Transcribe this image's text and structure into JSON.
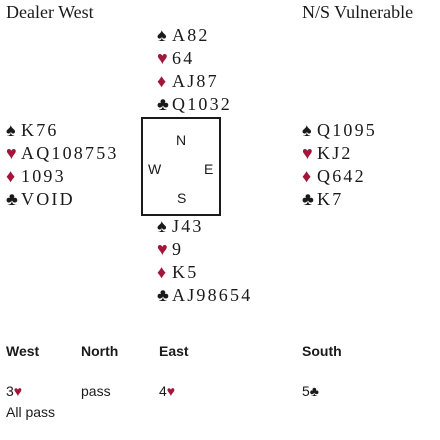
{
  "header": {
    "dealer": "Dealer West",
    "vulnerability": "N/S Vulnerable"
  },
  "hands": {
    "north": {
      "spades": "A82",
      "hearts": "64",
      "diamonds": "AJ87",
      "clubs": "Q1032"
    },
    "west": {
      "spades": "K76",
      "hearts": "AQ108753",
      "diamonds": "1093",
      "clubs": "VOID"
    },
    "east": {
      "spades": "Q1095",
      "hearts": "KJ2",
      "diamonds": "Q642",
      "clubs": "K7"
    },
    "south": {
      "spades": "J43",
      "hearts": "9",
      "diamonds": "K5",
      "clubs": "AJ98654"
    }
  },
  "compass": {
    "n": "N",
    "w": "W",
    "e": "E",
    "s": "S"
  },
  "auction": {
    "headers": [
      "West",
      "North",
      "East",
      "South"
    ],
    "bids": {
      "west": "3",
      "north": "pass",
      "east": "4",
      "south": "5",
      "final": "All pass"
    }
  },
  "symbols": {
    "spade": "♠",
    "heart": "♥",
    "diamond": "♦",
    "club": "♣"
  },
  "colors": {
    "red_suit": "#a0173a",
    "black_suit": "#1a1a1a"
  }
}
